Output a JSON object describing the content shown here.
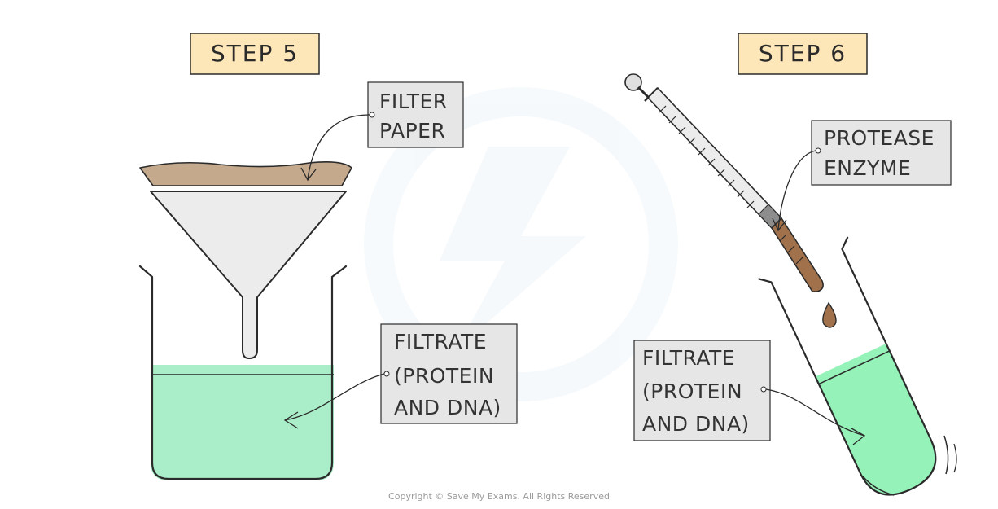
{
  "step5": {
    "title": "STEP 5",
    "filter_paper_label": [
      "FILTER",
      "PAPER"
    ],
    "filtrate_label": [
      "FILTRATE",
      "(PROTEIN",
      "AND DNA)"
    ]
  },
  "step6": {
    "title": "STEP 6",
    "enzyme_label": [
      "PROTEASE",
      "ENZYME"
    ],
    "filtrate_label": [
      "FILTRATE",
      "(PROTEIN",
      "AND DNA)"
    ]
  },
  "copyright": "Copyright © Save My Exams. All Rights Reserved",
  "colors": {
    "step_box": "#fde6b8",
    "label_box": "#e6e6e6",
    "filtrate": "#aaeec9",
    "filtrate_tube": "#95f2b9",
    "filter_paper": "#c4a98c",
    "funnel": "#ececec",
    "enzyme": "#a0714b",
    "outline": "#2b2b2b"
  }
}
